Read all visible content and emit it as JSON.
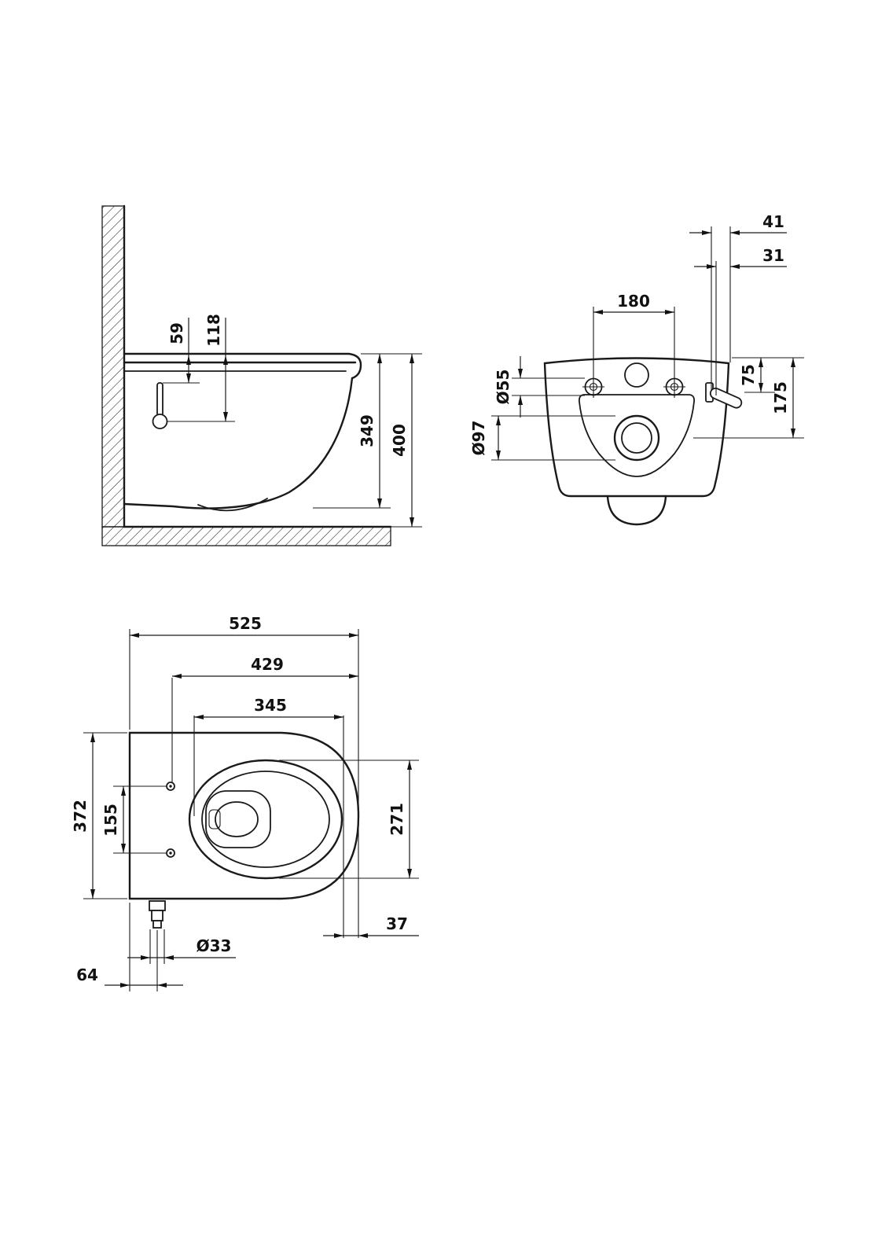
{
  "colors": {
    "line": "#1a1a1a",
    "background": "#ffffff"
  },
  "views": {
    "side": {
      "dims": {
        "d59": "59",
        "d118": "118",
        "d349": "349",
        "d400": "400"
      }
    },
    "front": {
      "dims": {
        "d41": "41",
        "d31": "31",
        "d180": "180",
        "d55": "Ø55",
        "d75": "75",
        "d175": "175",
        "d97": "Ø97"
      }
    },
    "top": {
      "dims": {
        "d525": "525",
        "d429": "429",
        "d345": "345",
        "d372": "372",
        "d155": "155",
        "d271": "271",
        "d37": "37",
        "d33": "Ø33",
        "d64": "64"
      }
    }
  }
}
